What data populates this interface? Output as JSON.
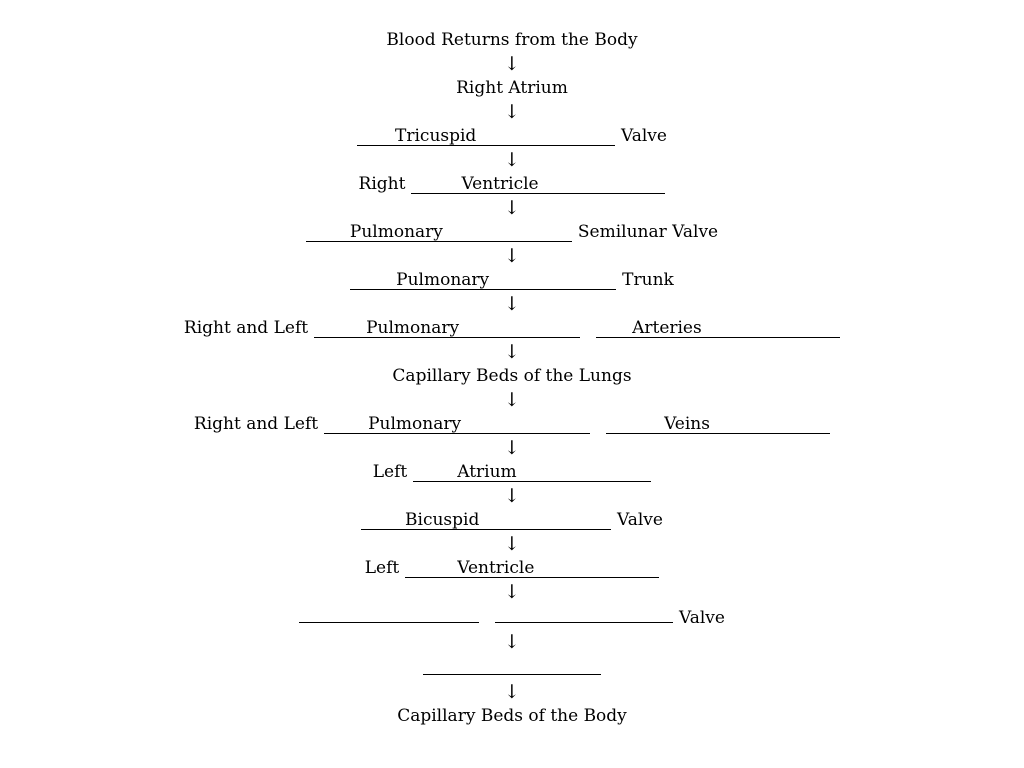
{
  "steps": {
    "s1": "Blood Returns from the Body",
    "s2": "Right Atrium",
    "s3": {
      "answer": "Tricuspid",
      "suffix": "Valve"
    },
    "s4": {
      "prefix": "Right",
      "answer": "Ventricle"
    },
    "s5": {
      "answer": "Pulmonary",
      "suffix": "Semilunar Valve"
    },
    "s6": {
      "answer": "Pulmonary",
      "suffix": "Trunk"
    },
    "s7": {
      "prefix": "Right and Left",
      "answer1": "Pulmonary",
      "answer2": "Arteries"
    },
    "s8": "Capillary Beds of the Lungs",
    "s9": {
      "prefix": "Right and Left",
      "answer1": "Pulmonary",
      "answer2": "Veins"
    },
    "s10": {
      "prefix": "Left",
      "answer": "Atrium"
    },
    "s11": {
      "answer": "Bicuspid",
      "suffix": "Valve"
    },
    "s12": {
      "prefix": "Left",
      "answer": "Ventricle"
    },
    "s13": {
      "suffix": "Valve"
    },
    "s15": "Capillary Beds of the Body"
  },
  "arrow_glyph": "↓"
}
